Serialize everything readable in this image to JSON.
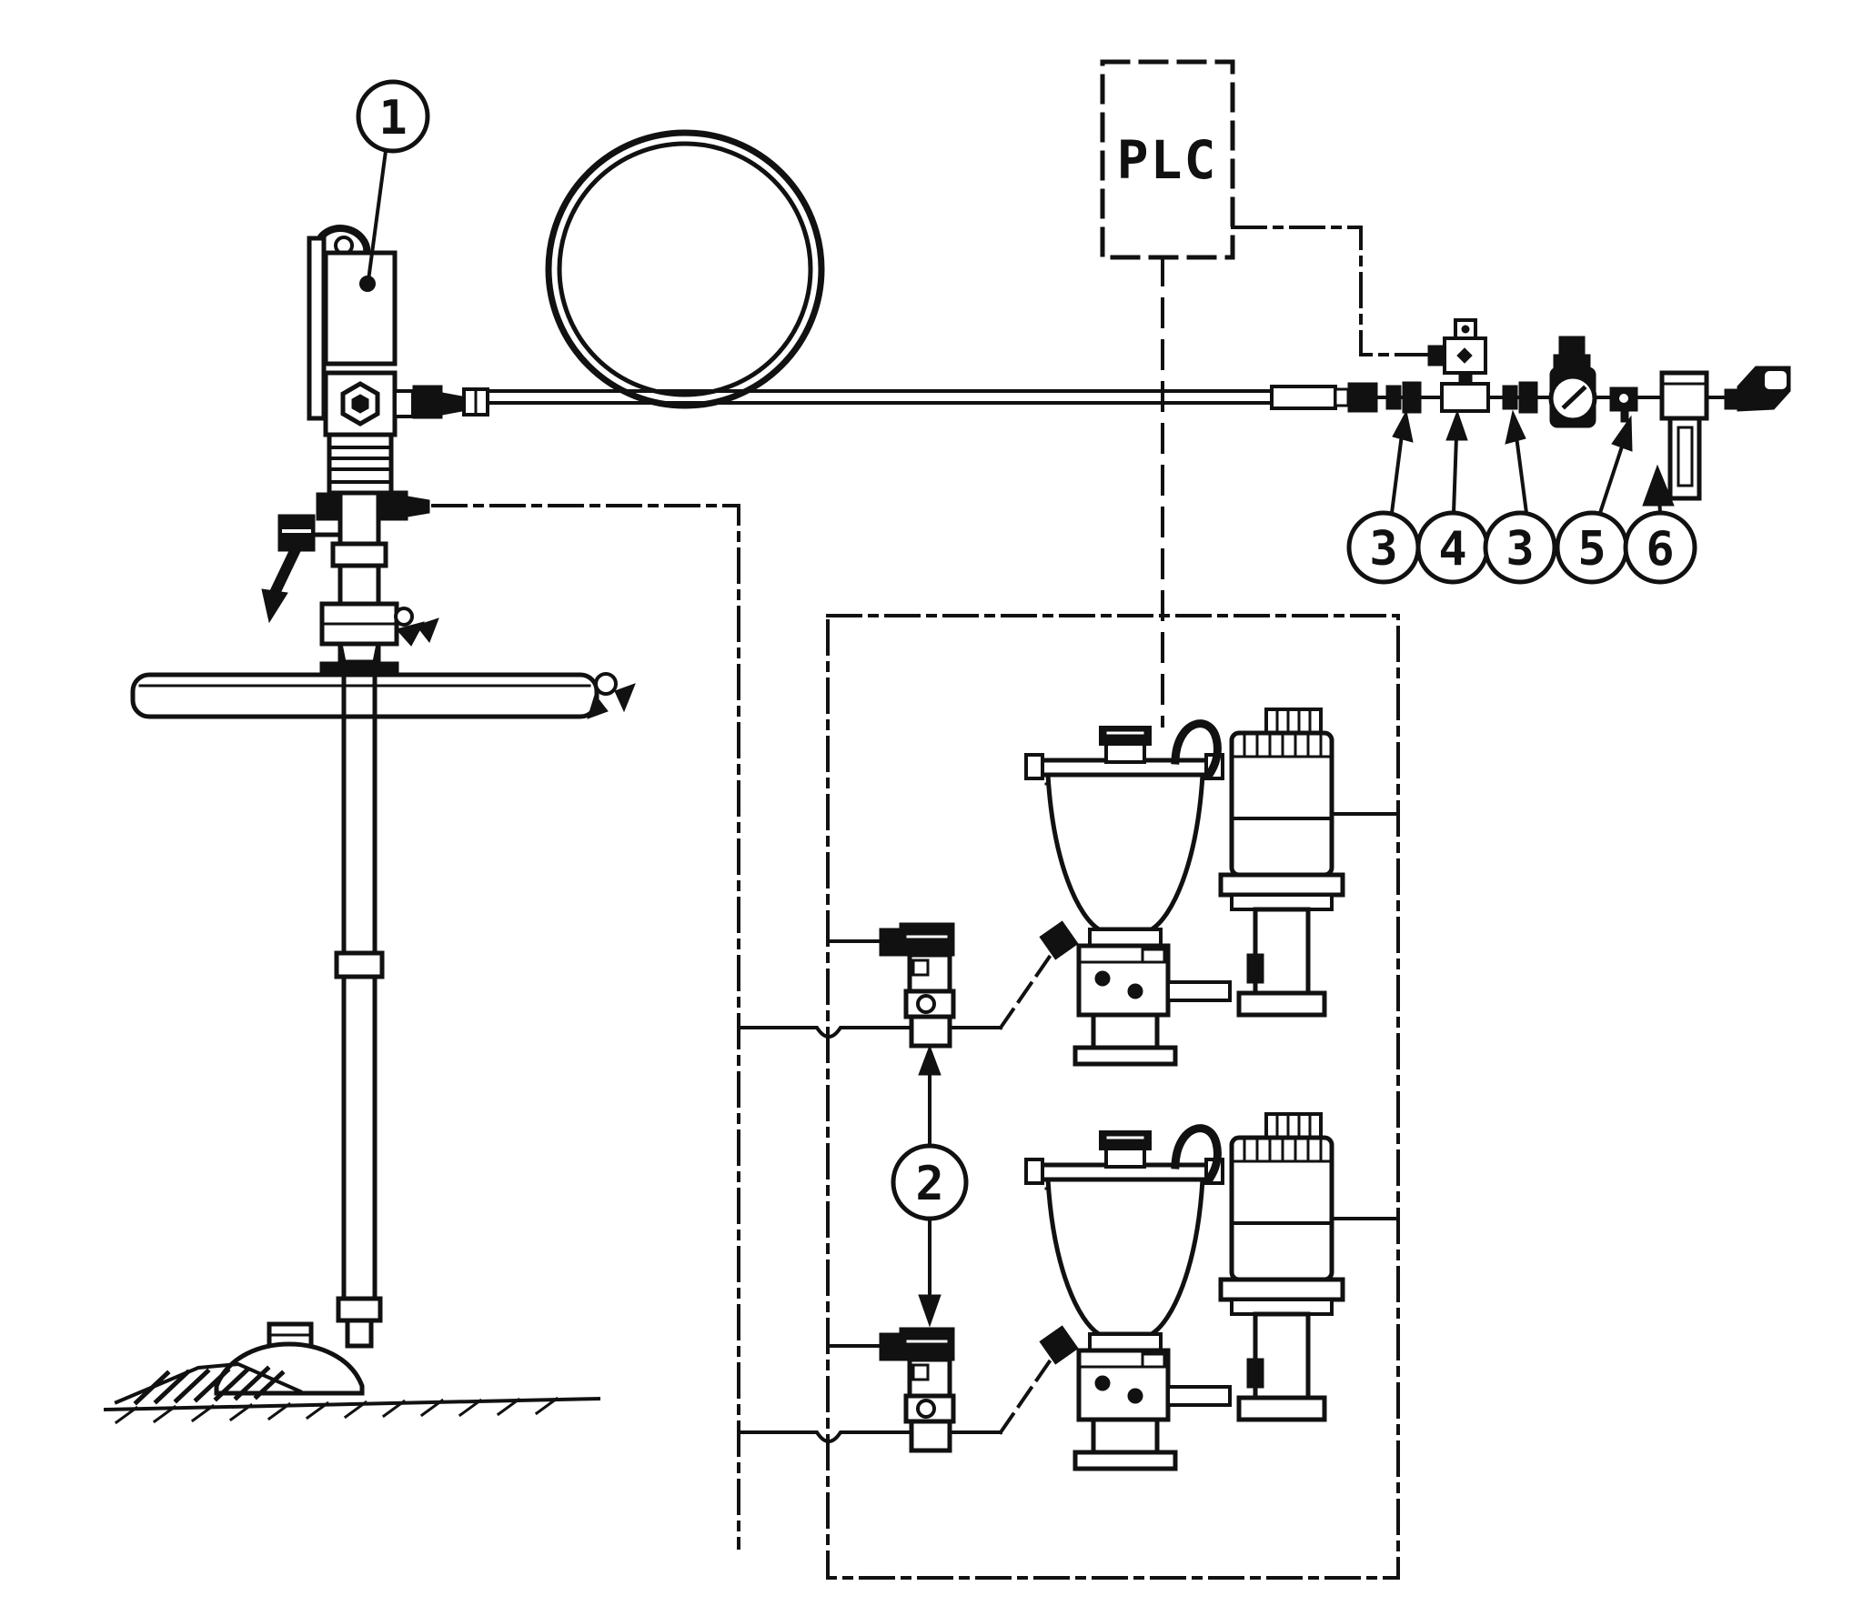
{
  "colors": {
    "ink": "#111111",
    "paper": "#ffffff"
  },
  "plc": {
    "label": "PLC"
  },
  "balloons": [
    {
      "label": "1"
    },
    {
      "label": "2"
    },
    {
      "label": "3"
    },
    {
      "label": "4"
    },
    {
      "label": "3"
    },
    {
      "label": "5"
    },
    {
      "label": "6"
    }
  ]
}
